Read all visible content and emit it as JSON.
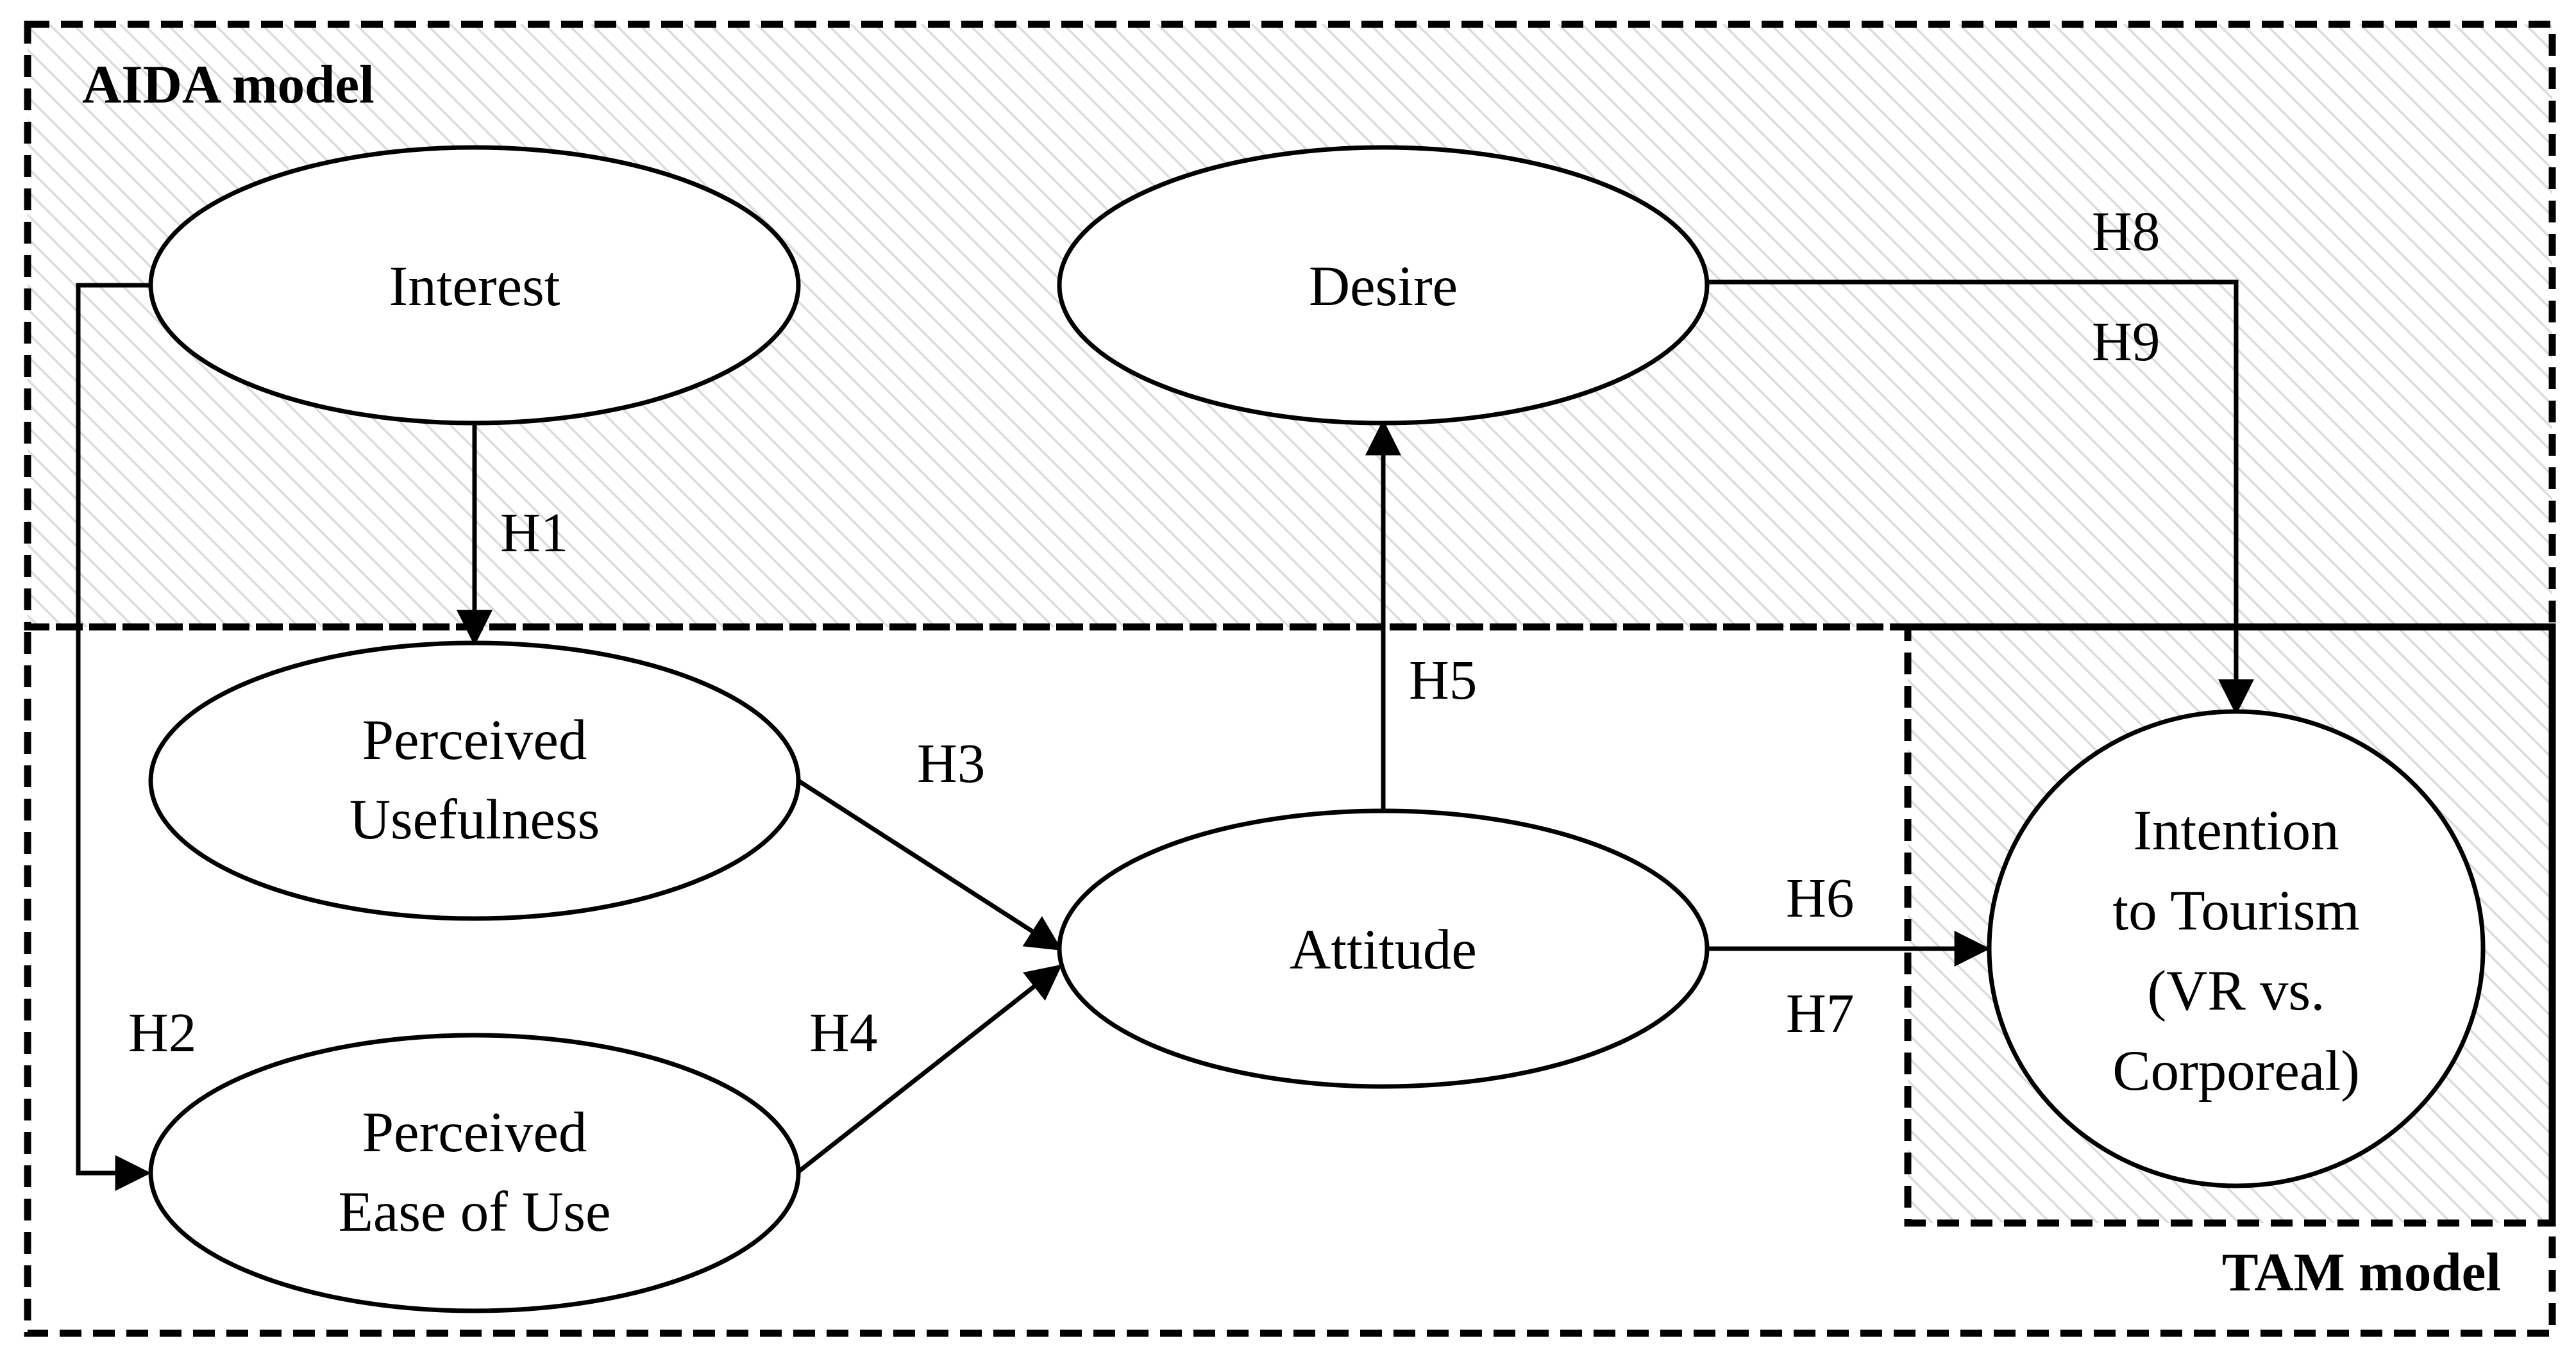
{
  "regions": {
    "aida": {
      "label": "AIDA model"
    },
    "tam": {
      "label": "TAM model"
    }
  },
  "nodes": {
    "interest": {
      "label": "Interest"
    },
    "desire": {
      "label": "Desire"
    },
    "usefulness": {
      "line1": "Perceived",
      "line2": "Usefulness"
    },
    "ease": {
      "line1": "Perceived",
      "line2": "Ease of Use"
    },
    "attitude": {
      "label": "Attitude"
    },
    "intention": {
      "line1": "Intention",
      "line2": "to Tourism",
      "line3": "(VR vs.",
      "line4": "Corporeal)"
    }
  },
  "edges": {
    "h1": "H1",
    "h2": "H2",
    "h3": "H3",
    "h4": "H4",
    "h5": "H5",
    "h6": "H6",
    "h7": "H7",
    "h8": "H8",
    "h9": "H9"
  },
  "colors": {
    "line": "#000000",
    "hatch": "#d9d9d9",
    "background": "#ffffff"
  }
}
